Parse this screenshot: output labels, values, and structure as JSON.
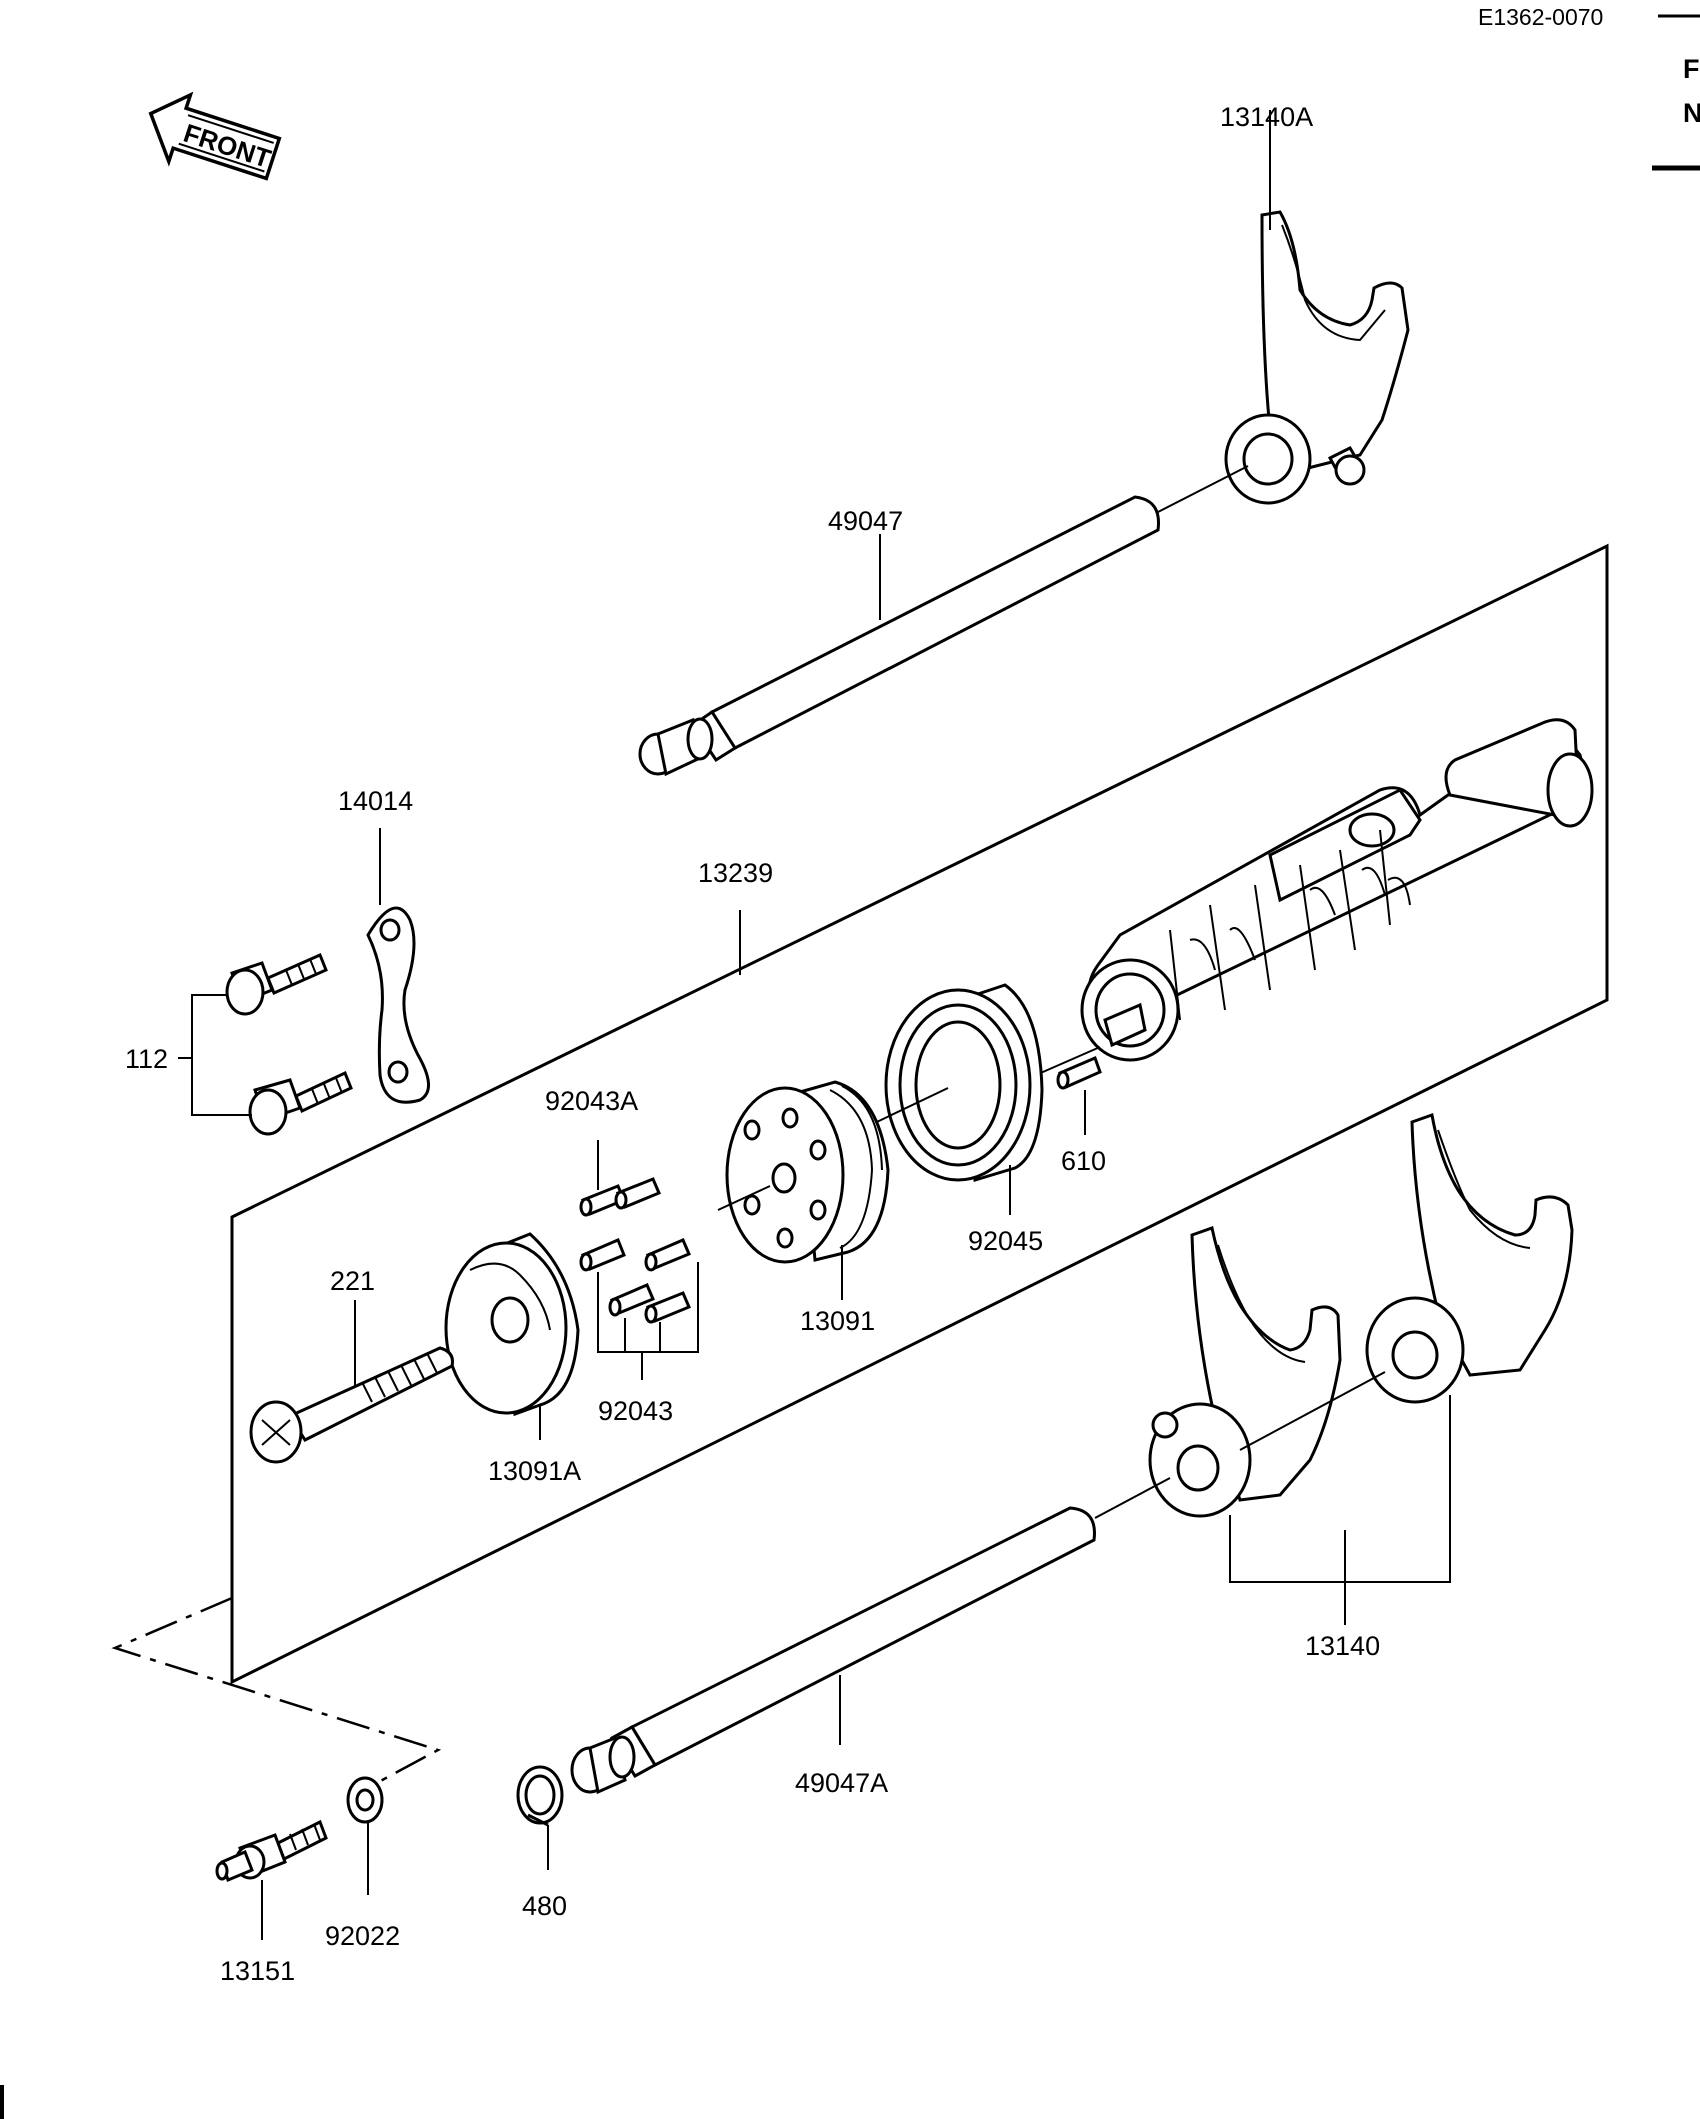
{
  "diagram_code": "E1362-0070",
  "front_arrow_label": "FRONT",
  "edge_fragment_1": "F",
  "edge_fragment_2": "N",
  "parts": {
    "fork_13140A": "13140A",
    "shaft_49047": "49047",
    "bracket_14014": "14014",
    "assembly_13239": "13239",
    "bolt_112": "112",
    "pin_92043A": "92043A",
    "pin_610": "610",
    "bearing_92045": "92045",
    "screw_221": "221",
    "cam_13091": "13091",
    "pins_92043": "92043",
    "plate_13091A": "13091A",
    "forks_13140": "13140",
    "shaft_49047A": "49047A",
    "circlip_480": "480",
    "switch_13151": "13151",
    "washer_92022": "92022"
  }
}
